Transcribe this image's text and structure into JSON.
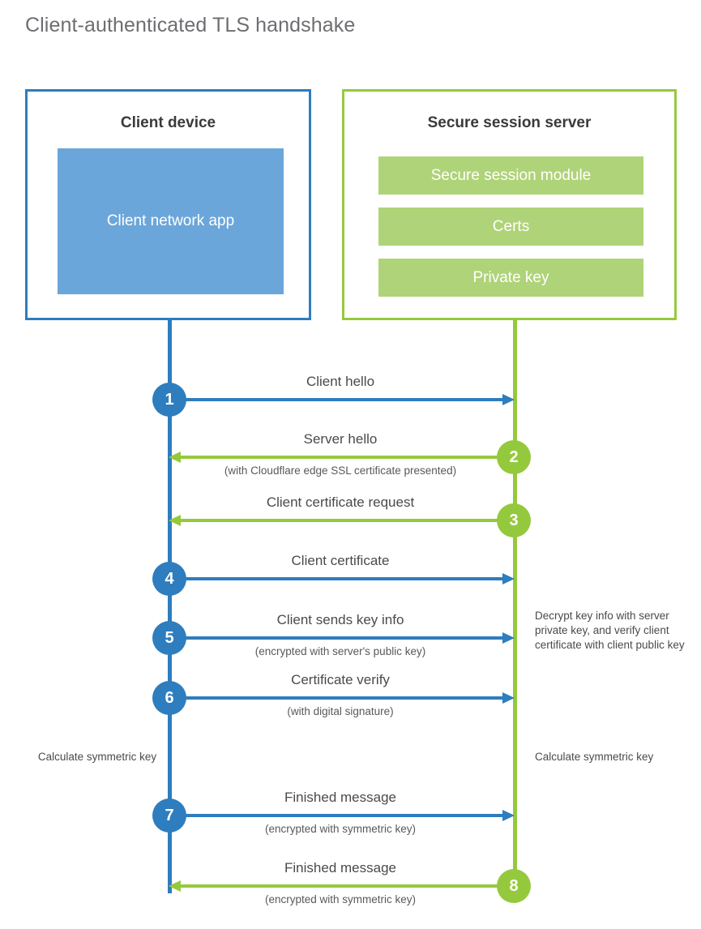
{
  "title": "Client-authenticated TLS handshake",
  "colors": {
    "client_blue": "#2E7DBE",
    "client_app_fill": "#6BA6DA",
    "server_green": "#95C93D",
    "server_row_fill": "#AFD378",
    "title_gray": "#6d6e71",
    "text_gray": "#4a4a4c"
  },
  "client": {
    "title": "Client device",
    "app_label": "Client network app"
  },
  "server": {
    "title": "Secure session server",
    "rows": [
      "Secure session module",
      "Certs",
      "Private key"
    ]
  },
  "steps": [
    {
      "number": "1",
      "side": "client",
      "direction": "to-server",
      "label": "Client hello",
      "sublabel": ""
    },
    {
      "number": "2",
      "side": "server",
      "direction": "to-client",
      "label": "Server hello",
      "sublabel": "(with Cloudflare edge SSL certificate presented)"
    },
    {
      "number": "3",
      "side": "server",
      "direction": "to-client",
      "label": "Client certificate request",
      "sublabel": ""
    },
    {
      "number": "4",
      "side": "client",
      "direction": "to-server",
      "label": "Client certificate",
      "sublabel": ""
    },
    {
      "number": "5",
      "side": "client",
      "direction": "to-server",
      "label": "Client sends key info",
      "sublabel": "(encrypted with server's public key)"
    },
    {
      "number": "6",
      "side": "client",
      "direction": "to-server",
      "label": "Certificate verify",
      "sublabel": "(with digital signature)"
    },
    {
      "number": "7",
      "side": "client",
      "direction": "to-server",
      "label": "Finished message",
      "sublabel": "(encrypted with symmetric key)"
    },
    {
      "number": "8",
      "side": "server",
      "direction": "to-client",
      "label": "Finished message",
      "sublabel": "(encrypted with symmetric key)"
    }
  ],
  "notes": {
    "server_decrypt": "Decrypt key info with server private key, and verify client certificate with client public key",
    "client_calc": "Calculate symmetric key",
    "server_calc": "Calculate symmetric key"
  }
}
